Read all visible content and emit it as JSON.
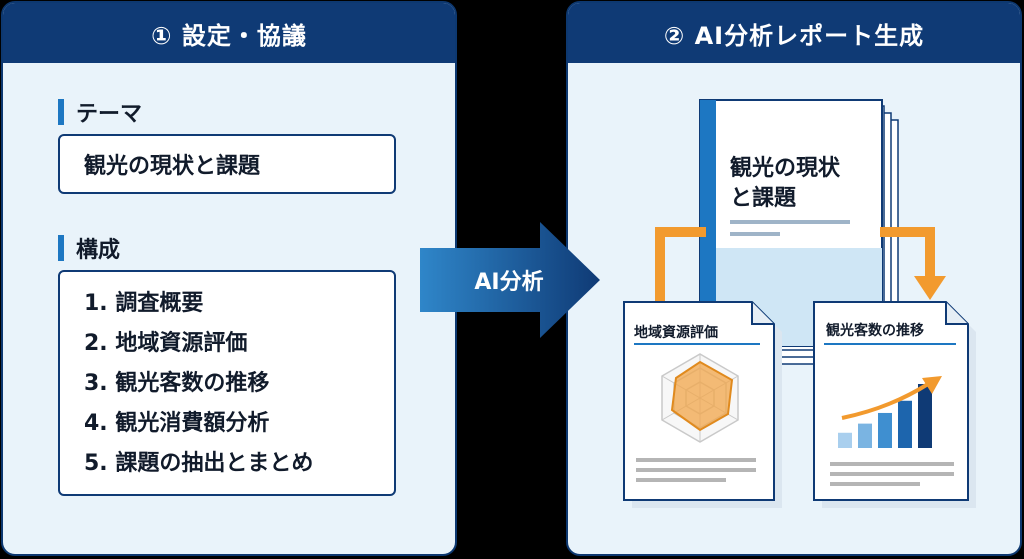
{
  "left_panel": {
    "header": "① 設定・協議",
    "theme_label": "テーマ",
    "theme_value": "観光の現状と課題",
    "structure_label": "構成",
    "structure_items": [
      "1. 調査概要",
      "2. 地域資源評価",
      "3. 観光客数の推移",
      "4. 観光消費額分析",
      "5. 課題の抽出とまとめ"
    ]
  },
  "arrow": {
    "label": "AI分析"
  },
  "right_panel": {
    "header": "② AI分析レポート生成",
    "report_title": "観光の現状\nと課題",
    "doc_region_title": "地域資源評価",
    "doc_visitors_title": "観光客数の推移",
    "visitor_trend_values": [
      1,
      1.6,
      2.3,
      3.1,
      4.2
    ]
  },
  "colors": {
    "navy": "#0f3a75",
    "accent_blue": "#1d77c2",
    "orange": "#f29a2e",
    "panel_bg": "#e9f3fa"
  },
  "icons": {
    "bullet": "section-bar",
    "arrow": "right-arrow-icon",
    "radar": "radar-chart-icon",
    "bars": "bar-chart-icon",
    "trend": "trend-arrow-icon"
  }
}
